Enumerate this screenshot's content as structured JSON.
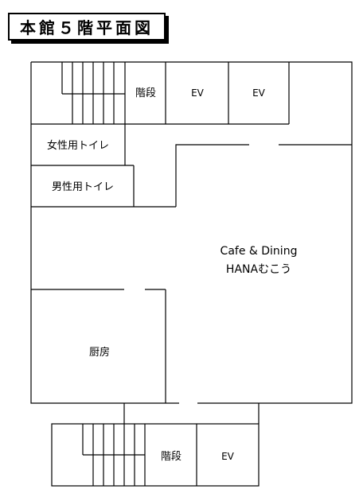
{
  "title": "本館５階平面図",
  "rooms": {
    "top_stairs": "階段",
    "top_ev_1": "EV",
    "top_ev_2": "EV",
    "womens_toilet": "女性用トイレ",
    "mens_toilet": "男性用トイレ",
    "cafe_line1": "Cafe & Dining",
    "cafe_line2": "HANAむこう",
    "kitchen": "厨房",
    "bottom_stairs": "階段",
    "bottom_ev": "EV"
  }
}
